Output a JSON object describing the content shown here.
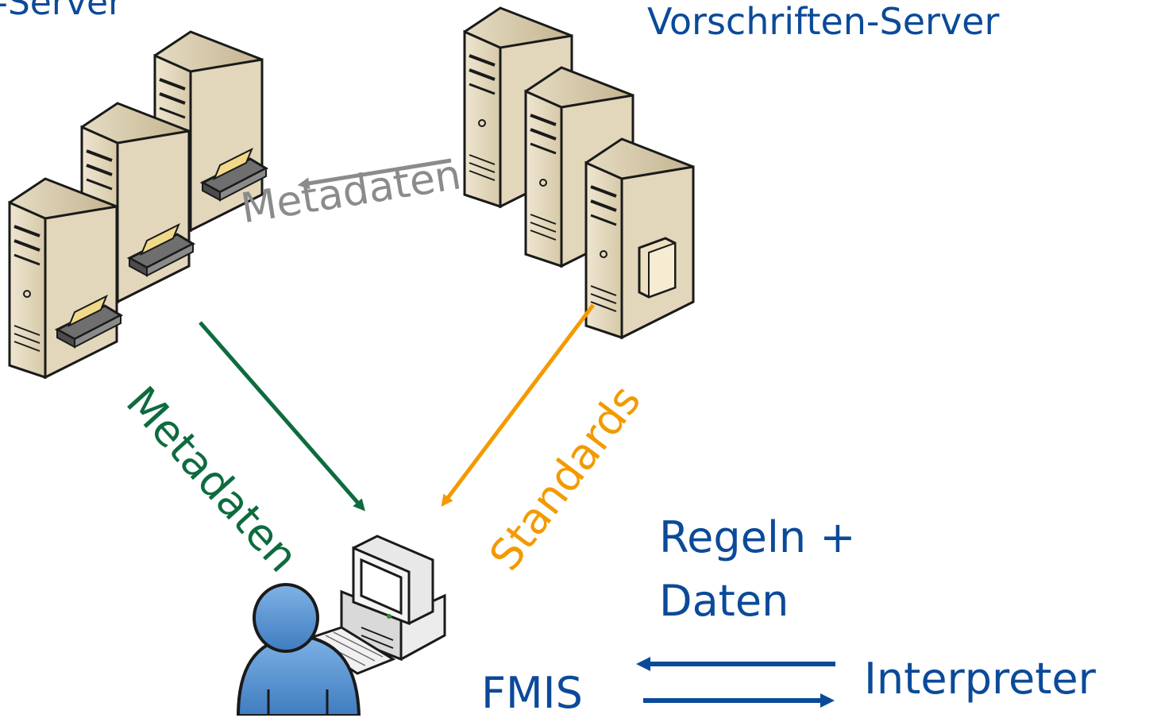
{
  "labels": {
    "left_server": "-Server",
    "right_server": "Vorschriften-Server",
    "metadata_gray": "Metadaten",
    "metadata_green": "Metadaten",
    "standards": "Standards",
    "rules_line1": "Regeln +",
    "rules_line2": "Daten",
    "fmis": "FMIS",
    "interpreter": "Interpreter"
  },
  "colors": {
    "title_blue": "#0b4a99",
    "metadata_gray": "#8b8b8b",
    "metadata_green": "#0e6b3f",
    "standards_orange": "#f39a00",
    "exchange_blue": "#0b4a99"
  },
  "icons": {
    "left_servers": "server-tower-icon",
    "right_servers": "server-tower-icon",
    "user": "user-person-icon",
    "workstation": "desktop-computer-icon"
  }
}
